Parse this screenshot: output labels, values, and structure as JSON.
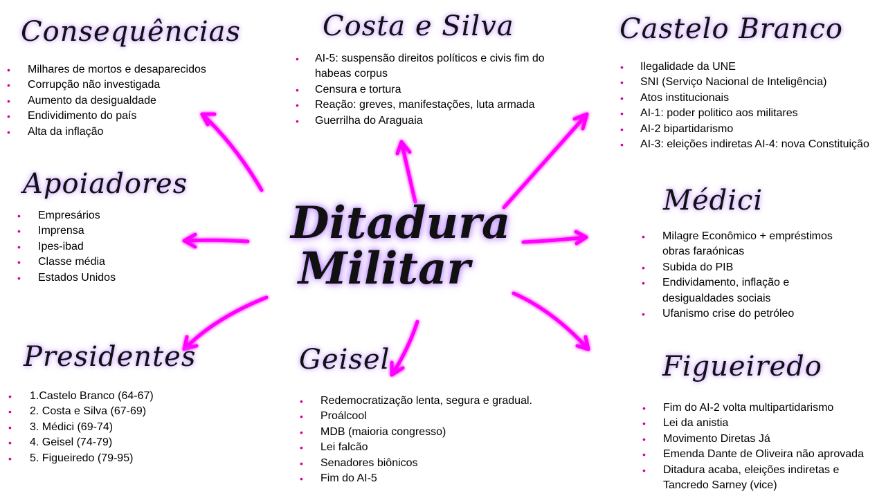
{
  "center_title": [
    "Ditadura",
    "Militar"
  ],
  "colors": {
    "arrow": "#ff00ff",
    "glow": "#c9a0ff",
    "bullet": "#d1009c"
  },
  "sections": {
    "consequencias": {
      "title": "Consequências",
      "items": [
        "Milhares de mortos e desaparecidos",
        "Corrupção não investigada",
        "Aumento da desigualdade",
        "Endividimento do país",
        "Alta da inflação"
      ]
    },
    "costa_silva": {
      "title": "Costa e Silva",
      "items": [
        "AI-5: suspensão direitos políticos e civis fim do",
        "habeas corpus",
        "Censura e tortura",
        "Reação: greves, manifestações, luta armada",
        "Guerrilha do Araguaia"
      ]
    },
    "castelo_branco": {
      "title": "Castelo Branco",
      "items": [
        "Ilegalidade da UNE",
        "SNI (Serviço Nacional de Inteligência)",
        "Atos institucionais",
        "AI-1: poder politico aos militares",
        "AI-2 bipartidarismo",
        "AI-3: eleições indiretas AI-4: nova Constituição"
      ]
    },
    "apoiadores": {
      "title": "Apoiadores",
      "items": [
        "Empresários",
        "Imprensa",
        "Ipes-ibad",
        "Classe média",
        "Estados Unidos"
      ]
    },
    "medici": {
      "title": "Médici",
      "items": [
        "Milagre Econômico + empréstimos",
        "obras faraónicas",
        "Subida do PIB",
        "Endividamento, inflação e",
        "desigualdades sociais",
        "Ufanismo crise do petróleo"
      ]
    },
    "presidentes": {
      "title": "Presidentes",
      "items": [
        "1.Castelo Branco (64-67)",
        "2. Costa e Silva (67-69)",
        "3. Médici (69-74)",
        "4. Geisel (74-79)",
        "5. Figueiredo (79-95)"
      ]
    },
    "geisel": {
      "title": "Geisel",
      "items": [
        "Redemocratização lenta, segura e gradual.",
        "Proálcool",
        "MDB (maioria congresso)",
        "Lei falcão",
        "Senadores biônicos",
        "Fim do AI-5"
      ]
    },
    "figueiredo": {
      "title": "Figueiredo",
      "items": [
        "Fim do AI-2 volta multipartidarismo",
        " Lei da anistia",
        "Movimento Diretas Já",
        "Emenda Dante de Oliveira não aprovada",
        "Ditadura acaba, eleições indiretas e",
        "Tancredo Sarney (vice)"
      ]
    }
  }
}
